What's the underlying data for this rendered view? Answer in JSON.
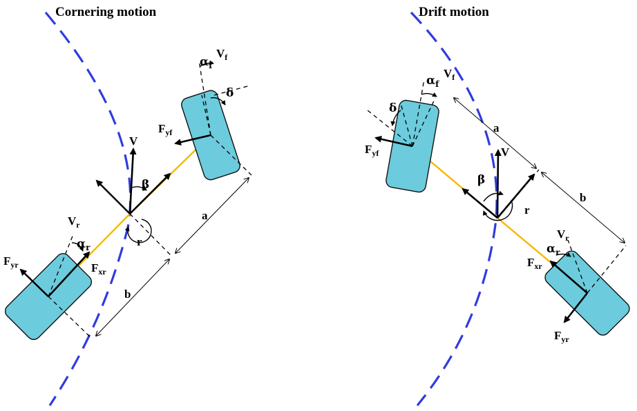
{
  "colors": {
    "trajectory": "#2f3be0",
    "tire_fill": "#6ccbdc",
    "chassis": "#f5b800",
    "ink": "#000000"
  },
  "panels": [
    {
      "id": "cornering",
      "title": "Cornering motion",
      "labels": {
        "V": "V",
        "beta": "β",
        "r": "r",
        "a": "a",
        "b": "b",
        "delta": "δ",
        "alpha_f": "α",
        "alpha_f_sub": "f",
        "V_f": "V",
        "V_f_sub": "f",
        "F_yf": "F",
        "F_yf_sub": "yf",
        "V_r": "V",
        "V_r_sub": "r",
        "alpha_r": "α",
        "alpha_r_sub": "r",
        "F_xr": "F",
        "F_xr_sub": "xr",
        "F_yr": "F",
        "F_yr_sub": "yr"
      }
    },
    {
      "id": "drift",
      "title": "Drift motion",
      "labels": {
        "V": "V",
        "beta": "β",
        "r": "r",
        "a": "a",
        "b": "b",
        "delta": "δ",
        "alpha_f": "α",
        "alpha_f_sub": "f",
        "V_f": "V",
        "V_f_sub": "f",
        "F_yf": "F",
        "F_yf_sub": "yf",
        "V_r": "V",
        "V_r_sub": "r",
        "alpha_r": "α",
        "alpha_r_sub": "r",
        "F_xr": "F",
        "F_xr_sub": "xr",
        "F_yr": "F",
        "F_yr_sub": "yr"
      }
    }
  ]
}
